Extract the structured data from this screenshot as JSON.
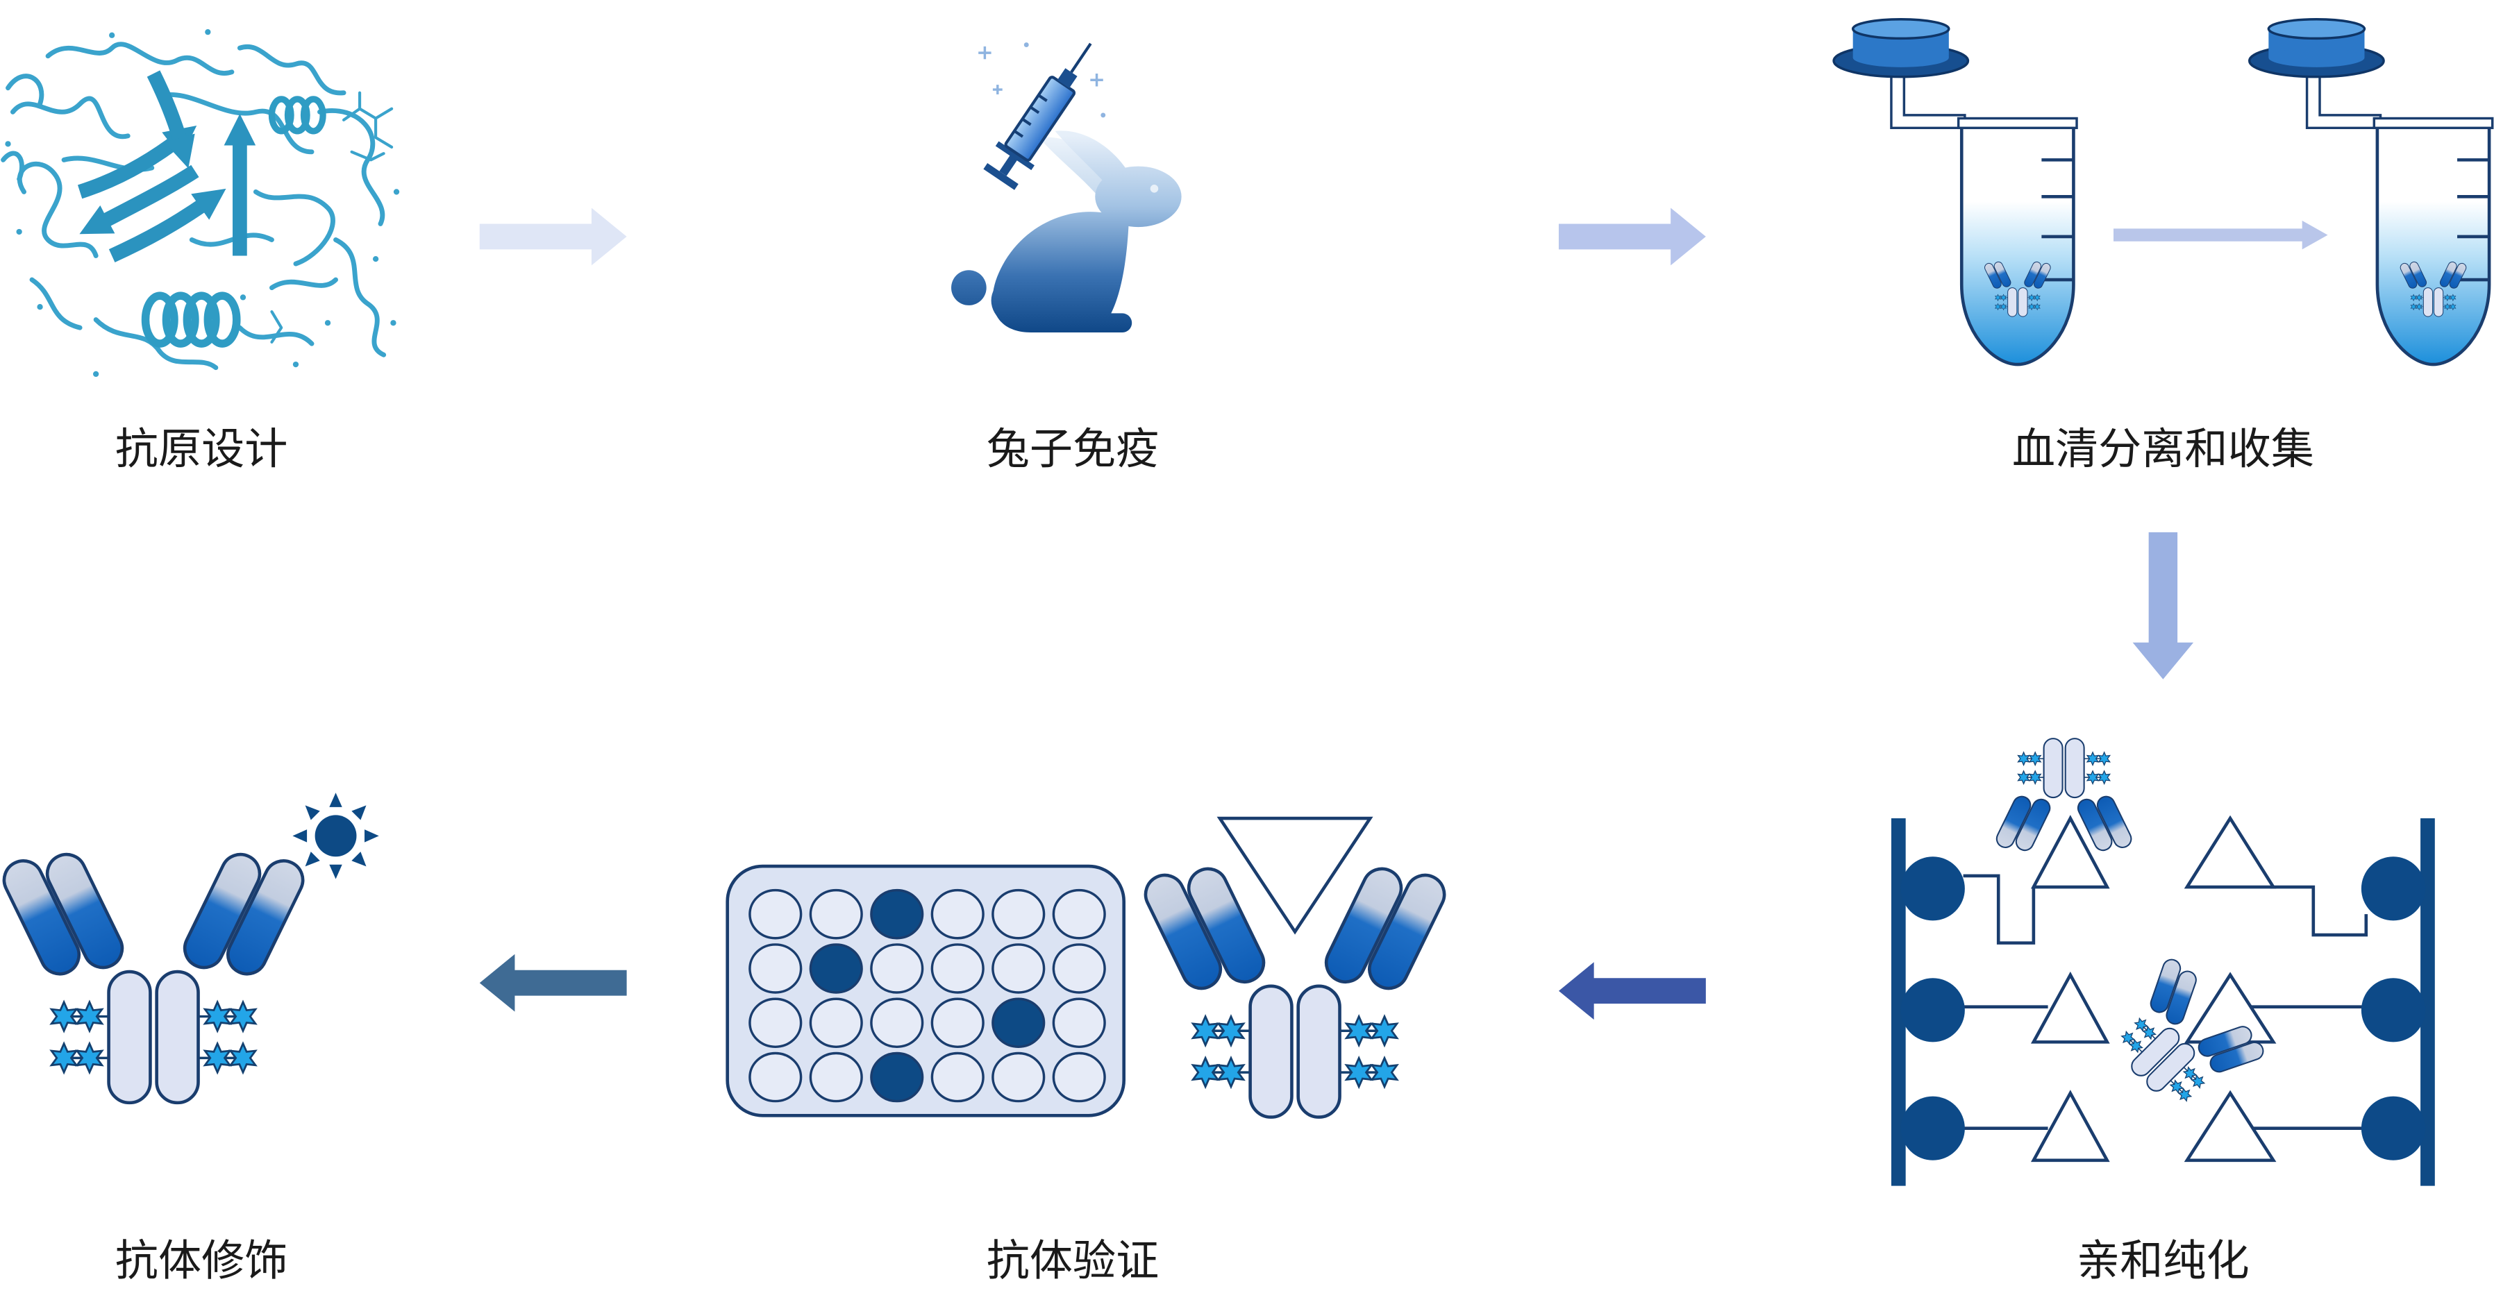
{
  "steps": [
    {
      "label": "抗原设计"
    },
    {
      "label": "兔子免疫"
    },
    {
      "label": "血清分离和收集"
    },
    {
      "label": "亲和纯化"
    },
    {
      "label": "抗体验证"
    },
    {
      "label": "抗体修饰"
    }
  ],
  "colors": {
    "arrow_1": "#dfe6f6",
    "arrow_2": "#b7c5ec",
    "arrow_3": "#9bb1e2",
    "arrow_4": "#3b57a6",
    "arrow_5": "#3f6b94",
    "tube_arrow": "#b9c6ea",
    "navy": "#0f4a85",
    "outline": "#1a3d6e",
    "protein": "#3aa3cc"
  }
}
